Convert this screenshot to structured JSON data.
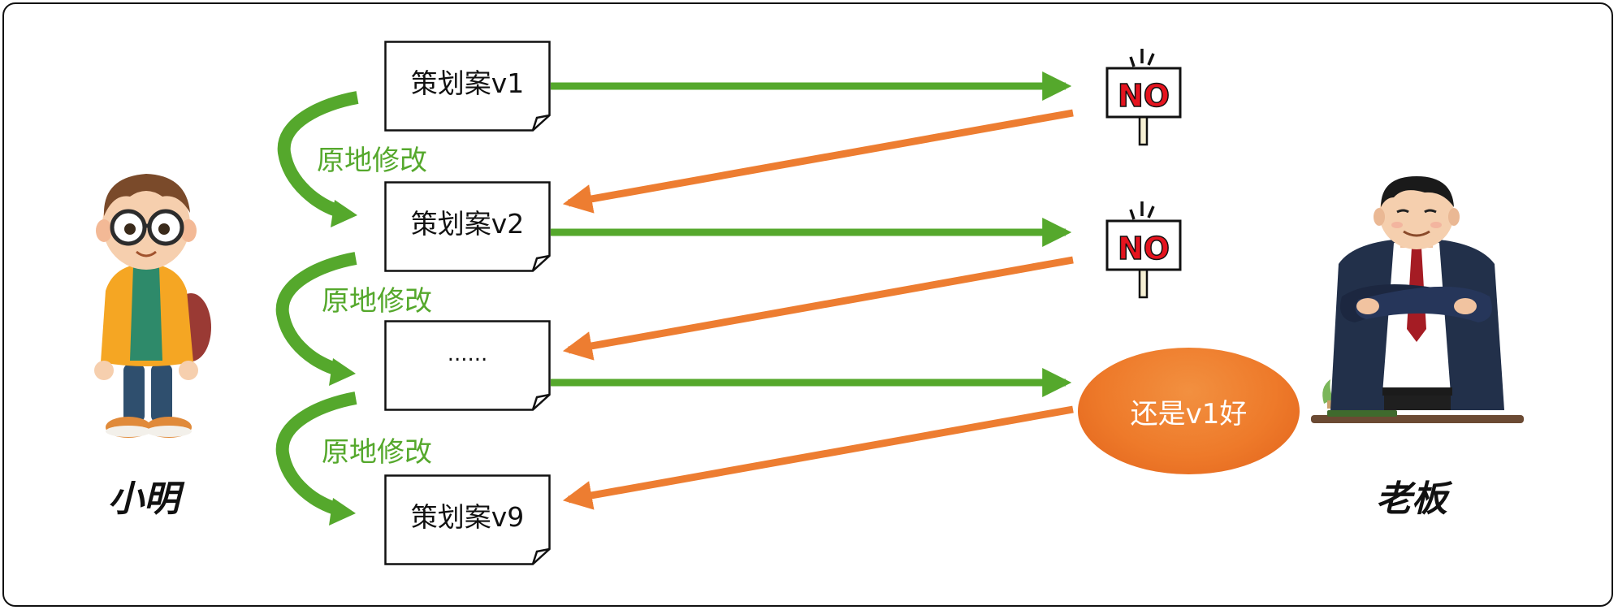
{
  "diagram": {
    "left_person": {
      "name": "小明",
      "icon": "student-boy-with-glasses-icon"
    },
    "right_person": {
      "name": "老板",
      "icon": "boss-arms-crossed-icon"
    },
    "documents": [
      {
        "label": "策划案v1"
      },
      {
        "label": "策划案v2"
      },
      {
        "label": "......"
      },
      {
        "label": "策划案v9"
      }
    ],
    "edit_label": "原地修改",
    "edit_steps": [
      {
        "label": "原地修改"
      },
      {
        "label": "原地修改"
      },
      {
        "label": "原地修改"
      }
    ],
    "responses": [
      {
        "type": "sign",
        "text": "NO"
      },
      {
        "type": "sign",
        "text": "NO"
      },
      {
        "type": "bubble",
        "text": "还是v1好"
      }
    ],
    "colors": {
      "submit_arrow": "#55a82c",
      "reject_arrow": "#ed7d31",
      "edit_arrow": "#55a82c",
      "sign_text": "#e5141f",
      "bubble": "#ee7a2a"
    }
  }
}
